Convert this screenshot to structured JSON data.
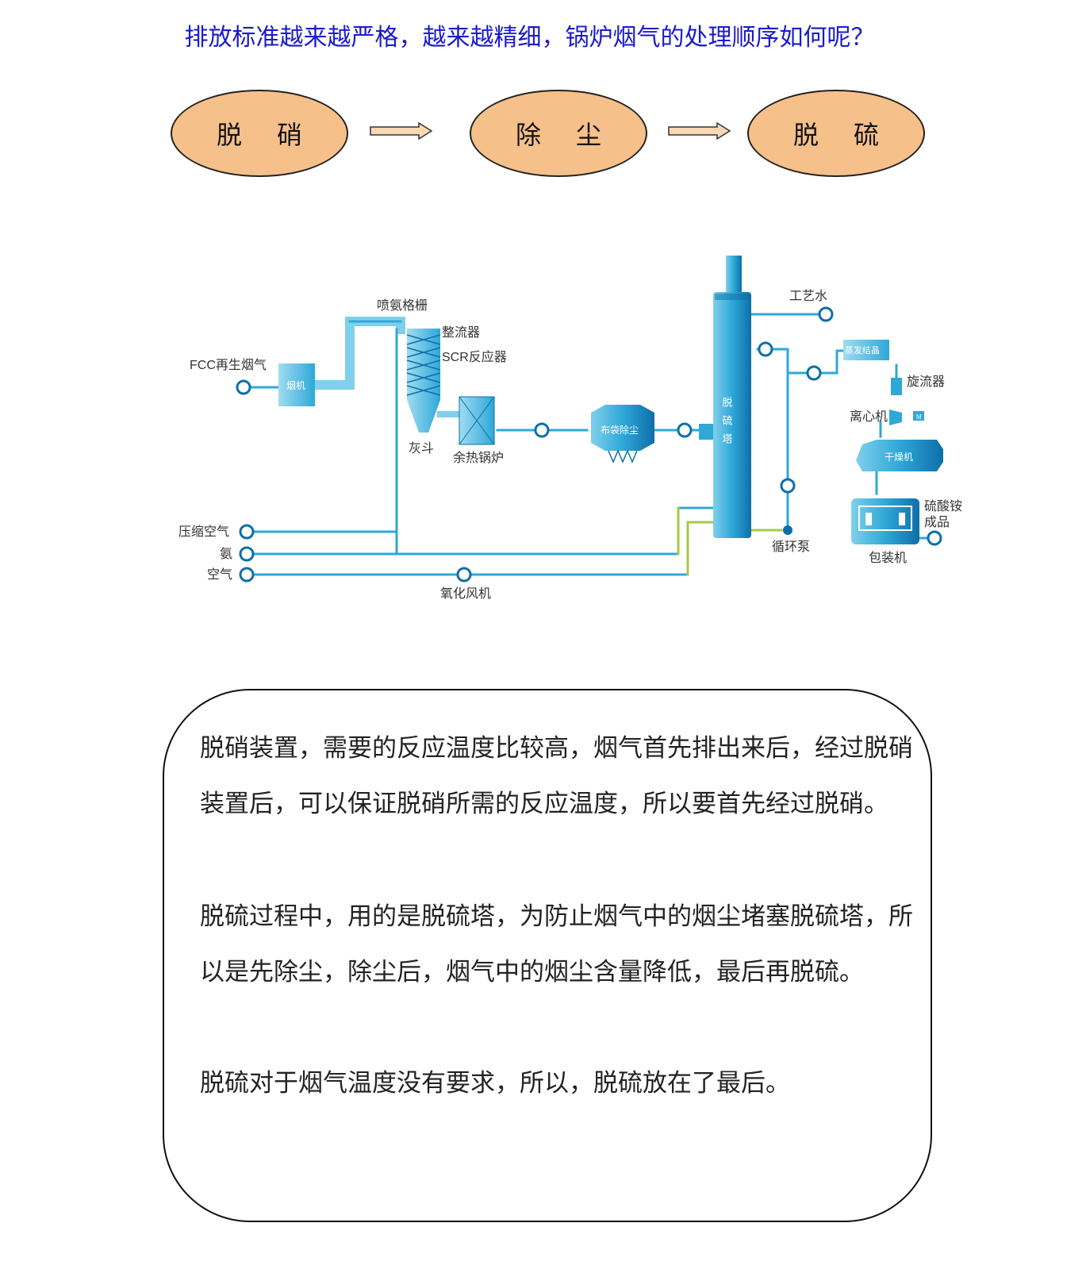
{
  "header": {
    "title": "排放标准越来越严格，越来越精细，锅炉烟气的处理顺序如何呢？"
  },
  "flow": {
    "steps": [
      "脱硝",
      "除尘",
      "脱硫"
    ]
  },
  "diagram": {
    "labels": {
      "fcc": "FCC再生烟气",
      "yanji": "烟机",
      "penan": "喷氨格栅",
      "zhengliu": "整流器",
      "scr": "SCR反应器",
      "huidou": "灰斗",
      "yure": "余热锅炉",
      "budai": "布袋除尘",
      "tuoliuta": "脱硫塔",
      "gongyishui": "工艺水",
      "zhengfa": "蒸发结晶",
      "xuanliu": "旋流器",
      "lixin": "离心机",
      "ganzao": "干燥机",
      "liusuan": "硫酸铵",
      "chengpin": "成品",
      "baozhuang": "包装机",
      "xunhuan": "循环泵",
      "yasuo": "压缩空气",
      "an": "氨",
      "kongqi": "空气",
      "yanghua": "氧化风机",
      "motor": "M"
    },
    "colors": {
      "pipe": "#2ea8d8",
      "pipe_light": "#7fd0ea",
      "green": "#a6c94a",
      "dark": "#0e6fa8"
    }
  },
  "explanation": {
    "p1": "脱硝装置，需要的反应温度比较高，烟气首先排出来后，经过脱硝装置后，可以保证脱硝所需的反应温度，所以要首先经过脱硝。",
    "p2": "脱硫过程中，用的是脱硫塔，为防止烟气中的烟尘堵塞脱硫塔，所以是先除尘，除尘后，烟气中的烟尘含量降低，最后再脱硫。",
    "p3": "脱硫对于烟气温度没有要求，所以，脱硫放在了最后。"
  }
}
